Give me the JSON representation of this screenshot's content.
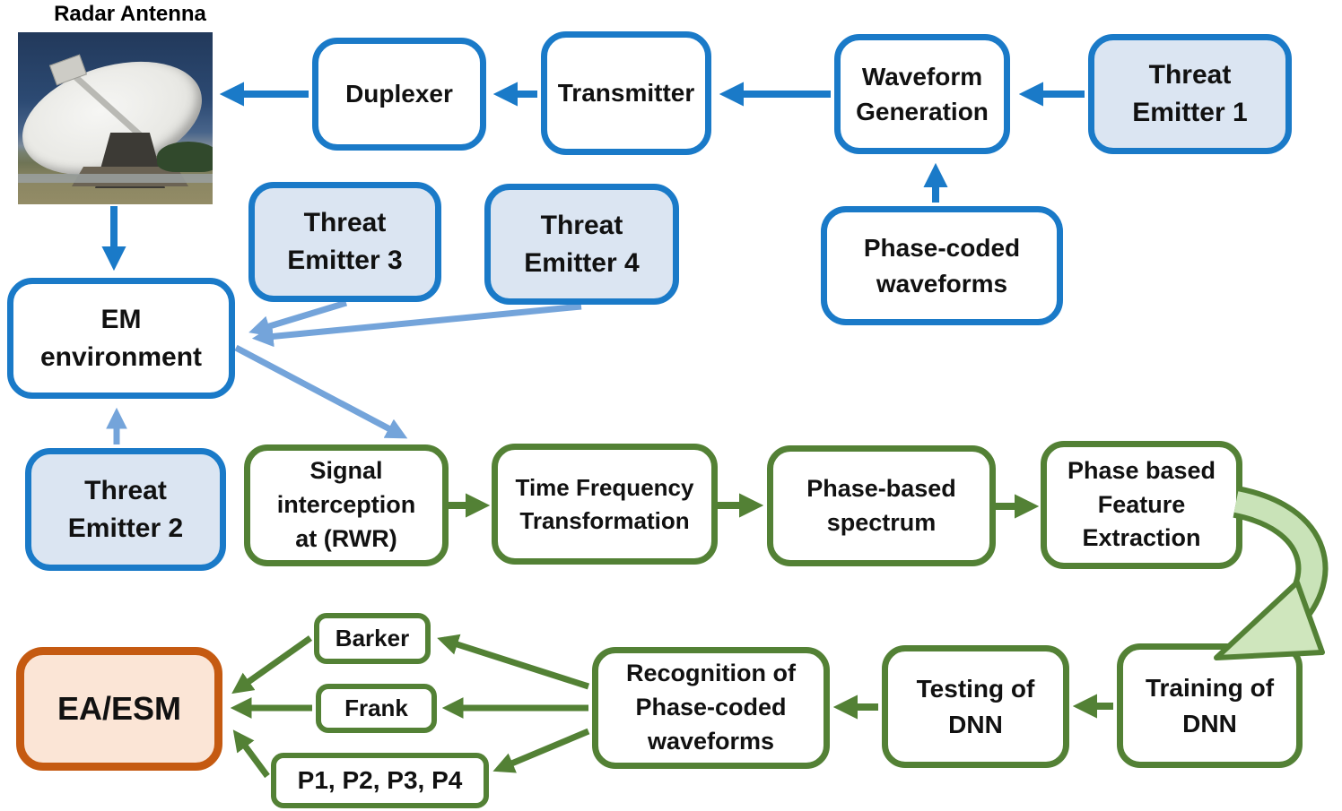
{
  "diagram_title": "Radar Antenna",
  "colors": {
    "blue_border": "#1a7ac8",
    "blue_fill": "#dbe5f2",
    "light_blue_arrow": "#74a4da",
    "green": "#538135",
    "green_light": "#c9e3b8",
    "orange_border": "#c55a11",
    "orange_fill": "#fbe5d6",
    "text": "#111111"
  },
  "nodes": {
    "radar_antenna": {
      "label": "Radar Antenna"
    },
    "duplexer": {
      "label": "Duplexer"
    },
    "transmitter": {
      "label": "Transmitter"
    },
    "waveform_generation": {
      "label": "Waveform Generation"
    },
    "threat_emitter_1": {
      "label": "Threat Emitter 1"
    },
    "threat_emitter_2": {
      "label": "Threat Emitter 2"
    },
    "threat_emitter_3": {
      "label": "Threat Emitter 3"
    },
    "threat_emitter_4": {
      "label": "Threat Emitter 4"
    },
    "phase_coded_waveforms": {
      "label": "Phase-coded waveforms"
    },
    "em_environment": {
      "label": "EM environment"
    },
    "signal_interception": {
      "label": "Signal interception at (RWR)"
    },
    "time_frequency_transformation": {
      "label": "Time Frequency Transformation"
    },
    "phase_based_spectrum": {
      "label": "Phase-based spectrum"
    },
    "phase_based_feature_extraction": {
      "label": "Phase based Feature Extraction"
    },
    "training_of_dnn": {
      "label": "Training of DNN"
    },
    "testing_of_dnn": {
      "label": "Testing of DNN"
    },
    "recognition": {
      "label": "Recognition of Phase-coded waveforms"
    },
    "barker": {
      "label": "Barker"
    },
    "frank": {
      "label": "Frank"
    },
    "p_codes": {
      "label": "P1, P2, P3, P4"
    },
    "ea_esm": {
      "label": "EA/ESM"
    }
  },
  "edges": [
    {
      "from": "threat_emitter_1",
      "to": "waveform_generation",
      "style": "blue"
    },
    {
      "from": "waveform_generation",
      "to": "transmitter",
      "style": "blue"
    },
    {
      "from": "transmitter",
      "to": "duplexer",
      "style": "blue"
    },
    {
      "from": "duplexer",
      "to": "radar_antenna",
      "style": "blue"
    },
    {
      "from": "radar_antenna",
      "to": "em_environment",
      "style": "blue"
    },
    {
      "from": "phase_coded_waveforms",
      "to": "waveform_generation",
      "style": "blue"
    },
    {
      "from": "threat_emitter_2",
      "to": "em_environment",
      "style": "light-blue"
    },
    {
      "from": "threat_emitter_3",
      "to": "em_environment",
      "style": "light-blue"
    },
    {
      "from": "threat_emitter_4",
      "to": "em_environment",
      "style": "light-blue"
    },
    {
      "from": "em_environment",
      "to": "signal_interception",
      "style": "light-blue"
    },
    {
      "from": "signal_interception",
      "to": "time_frequency_transformation",
      "style": "green"
    },
    {
      "from": "time_frequency_transformation",
      "to": "phase_based_spectrum",
      "style": "green"
    },
    {
      "from": "phase_based_spectrum",
      "to": "phase_based_feature_extraction",
      "style": "green"
    },
    {
      "from": "phase_based_feature_extraction",
      "to": "training_of_dnn",
      "style": "green-curved"
    },
    {
      "from": "training_of_dnn",
      "to": "testing_of_dnn",
      "style": "green"
    },
    {
      "from": "testing_of_dnn",
      "to": "recognition",
      "style": "green"
    },
    {
      "from": "recognition",
      "to": "barker",
      "style": "green"
    },
    {
      "from": "recognition",
      "to": "frank",
      "style": "green"
    },
    {
      "from": "recognition",
      "to": "p_codes",
      "style": "green"
    },
    {
      "from": "barker",
      "to": "ea_esm",
      "style": "green"
    },
    {
      "from": "frank",
      "to": "ea_esm",
      "style": "green"
    },
    {
      "from": "p_codes",
      "to": "ea_esm",
      "style": "green"
    }
  ]
}
